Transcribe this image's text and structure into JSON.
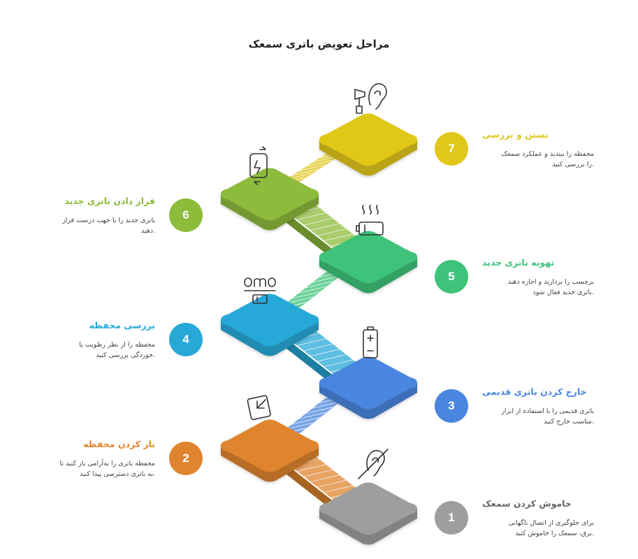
{
  "title": "مراحل تعویض باتری سمعک",
  "colors": {
    "step1": "#9e9e9e",
    "step2": "#e0852f",
    "step3": "#4a86e0",
    "step4": "#27a9d8",
    "step5": "#3dc47a",
    "step6": "#8dbb3a",
    "step7": "#e1c719"
  },
  "steps": [
    {
      "number": "1",
      "title": "خاموش کردن سمعک",
      "desc1": "برای جلوگیری از اتصال ناگهانی",
      "desc2": ".برق، سمعک را خاموش کنید",
      "icon": "hearing-off-icon",
      "side": "right"
    },
    {
      "number": "2",
      "title": "باز کردن محفظه",
      "desc1": "محفظه باتری را به‌آرامی باز کنید تا",
      "desc2": ".به باتری دسترسی پیدا کنید",
      "icon": "open-box-icon",
      "side": "left"
    },
    {
      "number": "3",
      "title": "خارج کردن باتری قدیمی",
      "desc1": "باتری قدیمی را با استفاده از ابزار",
      "desc2": ".مناسب خارج کنید",
      "icon": "battery-icon",
      "side": "right"
    },
    {
      "number": "4",
      "title": "بررسی محفظه",
      "desc1": "محفظه را از نظر رطوبت یا",
      "desc2": ".خوردگی بررسی کنید",
      "icon": "moisture-check-icon",
      "side": "left"
    },
    {
      "number": "5",
      "title": "تهویه باتری جدید",
      "desc1": "برچسب را بردارید و اجازه دهید",
      "desc2": ".باتری جدید فعال شود",
      "icon": "battery-air-icon",
      "side": "right"
    },
    {
      "number": "6",
      "title": "قرار دادن باتری جدید",
      "desc1": "باتری جدید را با جهت درست قرار",
      "desc2": ".دهید",
      "icon": "battery-swap-icon",
      "side": "left"
    },
    {
      "number": "7",
      "title": "بستن و بررسی",
      "desc1": "محفظه را ببندید و عملکرد سمعک",
      "desc2": ".را بررسی کنید",
      "icon": "hearing-test-icon",
      "side": "right"
    }
  ]
}
